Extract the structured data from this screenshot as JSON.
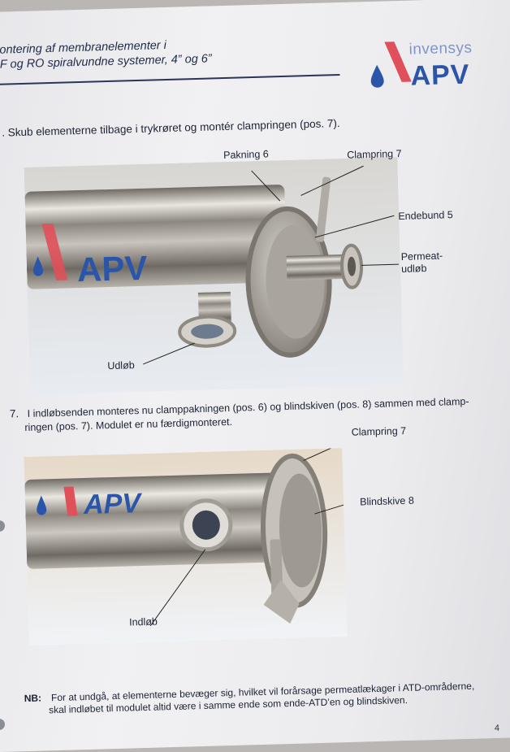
{
  "header": {
    "title_line1": "ontering af membranelementer i",
    "title_line2": "F og RO spiralvundne systemer, 4” og 6”",
    "logo_company": "invensys",
    "logo_brand": "APV"
  },
  "step6": {
    "number": ".",
    "text": "Skub elementerne tilbage i trykrøret og montér clampringen (pos. 7).",
    "labels": {
      "pakning": "Pakning 6",
      "clampring": "Clampring 7",
      "endebund": "Endebund 5",
      "permeat_line1": "Permeat-",
      "permeat_line2": "udløb",
      "udlob": "Udløb"
    },
    "pipe_logo": "APV"
  },
  "step7": {
    "number": "7.",
    "text_line1": "I indløbsenden monteres nu clamppakningen (pos. 6) og blindskiven (pos. 8) sammen med clamp-",
    "text_line2": "ringen (pos. 7). Modulet er nu færdigmonteret.",
    "labels": {
      "clampring": "Clampring 7",
      "blindskive": "Blindskive 8",
      "indlob": "Indløb"
    },
    "pipe_logo": "APV"
  },
  "note": {
    "prefix": "NB:",
    "line1": "For at undgå, at elementerne bevæger sig, hvilket vil forårsage permeatlækager i ATD-områderne,",
    "line2": "skal indløbet til modulet altid være i samme ende som ende-ATD’en og blindskiven."
  },
  "page_number": "4",
  "colors": {
    "brand_blue": "#2a55a8",
    "brand_red": "#e0505a",
    "text": "#1c2233"
  }
}
